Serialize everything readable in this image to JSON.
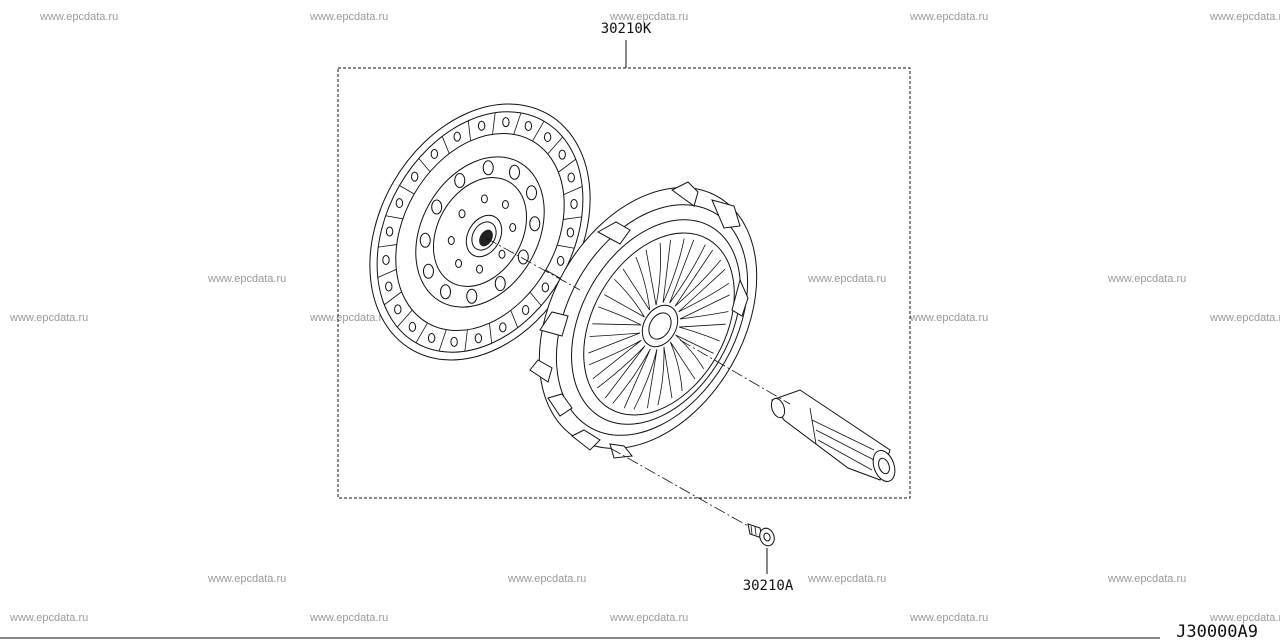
{
  "watermark_text": "www.epcdata.ru",
  "callouts": {
    "kit": "30210K",
    "bolt": "30210A"
  },
  "diagram_code": "J30000A9",
  "colors": {
    "line": "#111111",
    "watermark": "#9a9a9a",
    "background": "#ffffff"
  }
}
